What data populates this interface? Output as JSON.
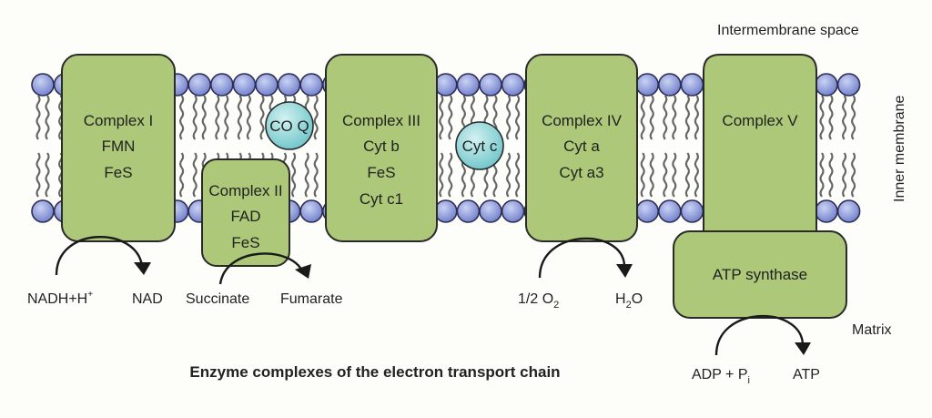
{
  "title": "Enzyme complexes of the electron transport chain",
  "regions": {
    "intermembrane": "Intermembrane space",
    "membrane": "Inner membrane",
    "matrix": "Matrix"
  },
  "complexes": [
    {
      "id": "complex-1",
      "lines": [
        "Complex I",
        "FMN",
        "FeS"
      ]
    },
    {
      "id": "complex-2",
      "lines": [
        "Complex II",
        "FAD",
        "FeS"
      ]
    },
    {
      "id": "complex-3",
      "lines": [
        "Complex III",
        "Cyt b",
        "FeS",
        "Cyt c1"
      ]
    },
    {
      "id": "complex-4",
      "lines": [
        "Complex IV",
        "Cyt a",
        "Cyt a3"
      ]
    },
    {
      "id": "complex-5",
      "lines": [
        "Complex V"
      ]
    },
    {
      "id": "atp-synthase",
      "lines": [
        "ATP synthase"
      ]
    }
  ],
  "carriers": [
    {
      "id": "coenzyme-q",
      "label": "CO Q"
    },
    {
      "id": "cytochrome-c",
      "label": "Cyt c"
    }
  ],
  "reactions": [
    {
      "id": "complex-1-reaction",
      "substrate": "NADH+H",
      "substrate_sup": "+",
      "product": "NAD"
    },
    {
      "id": "complex-2-reaction",
      "substrate": "Succinate",
      "product": "Fumarate"
    },
    {
      "id": "complex-4-reaction",
      "substrate": "1/2 O",
      "substrate_sub": "2",
      "product_pre": "H",
      "product_sub": "2",
      "product_post": "O"
    },
    {
      "id": "atp-synthase-reaction",
      "substrate": "ADP + P",
      "substrate_sub": "i",
      "product": "ATP"
    }
  ],
  "colors": {
    "complex_fill": "#acc878",
    "phospholipid_head": "#8c9ad8",
    "carrier_fill": "#8fd6d8",
    "background": "#fdfdfa"
  }
}
